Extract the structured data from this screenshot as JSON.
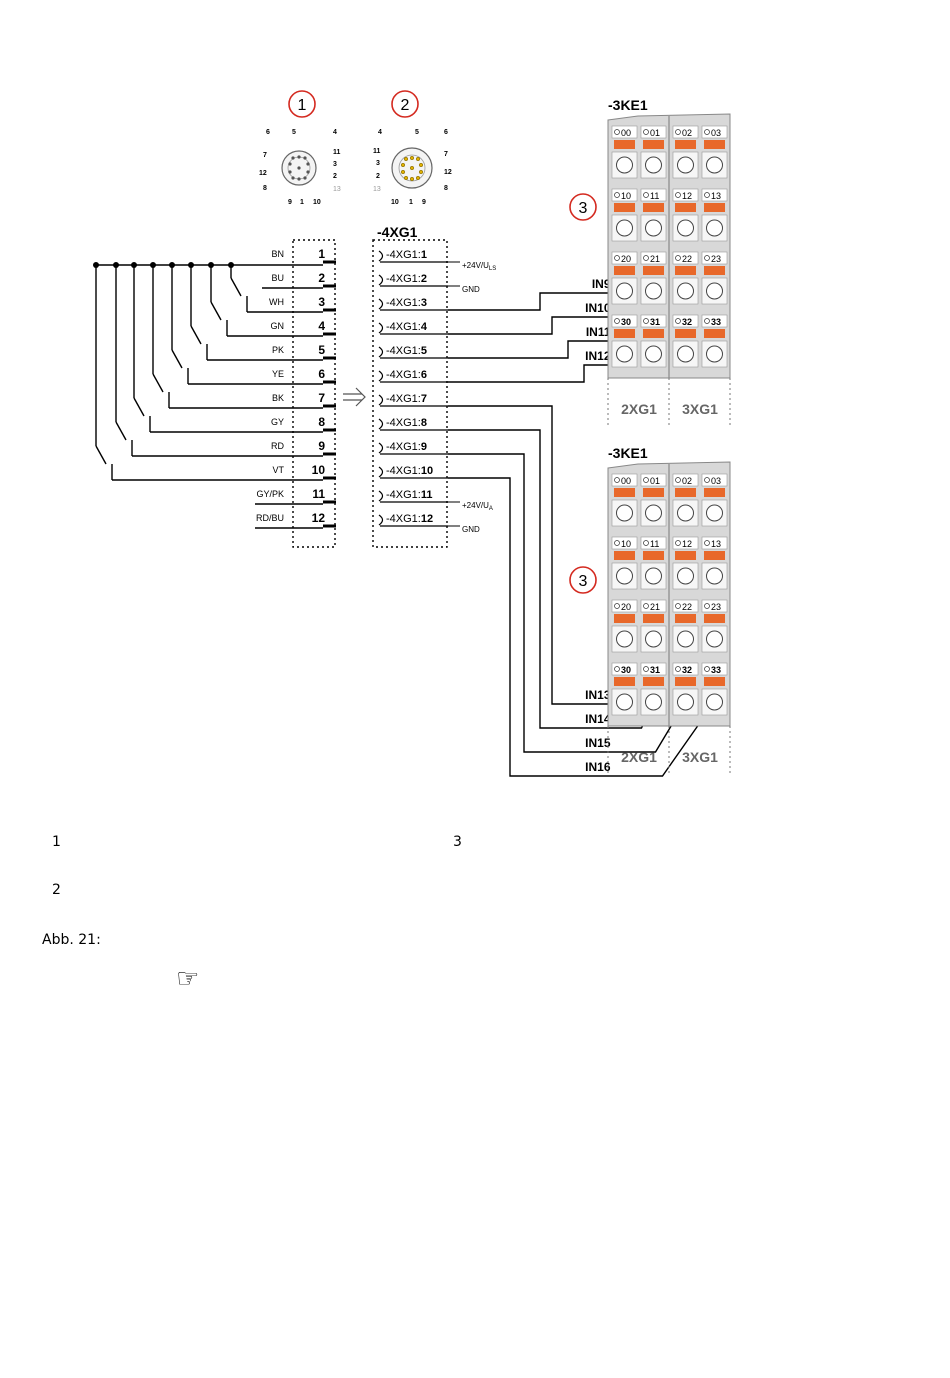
{
  "callouts": [
    "1",
    "2",
    "3",
    "3"
  ],
  "connector1": {
    "pins": [
      "6",
      "5",
      "4",
      "7",
      "11",
      "3",
      "12",
      "2",
      "8",
      "13",
      "9",
      "1",
      "10"
    ]
  },
  "connector2": {
    "pins": [
      "4",
      "5",
      "6",
      "11",
      "7",
      "3",
      "12",
      "2",
      "8",
      "13",
      "10",
      "1",
      "9"
    ]
  },
  "plug": {
    "title": "-4XG1",
    "wires": [
      {
        "color": "BN",
        "pin": "1",
        "socket_prefix": "-4XG1:",
        "socket_num": "1",
        "note": "+24V/U",
        "note_sub": "LS"
      },
      {
        "color": "BU",
        "pin": "2",
        "socket_prefix": "-4XG1:",
        "socket_num": "2",
        "note": "GND",
        "note_sub": ""
      },
      {
        "color": "WH",
        "pin": "3",
        "socket_prefix": "-4XG1:",
        "socket_num": "3",
        "note": "",
        "note_sub": ""
      },
      {
        "color": "GN",
        "pin": "4",
        "socket_prefix": "-4XG1:",
        "socket_num": "4",
        "note": "",
        "note_sub": ""
      },
      {
        "color": "PK",
        "pin": "5",
        "socket_prefix": "-4XG1:",
        "socket_num": "5",
        "note": "",
        "note_sub": ""
      },
      {
        "color": "YE",
        "pin": "6",
        "socket_prefix": "-4XG1:",
        "socket_num": "6",
        "note": "",
        "note_sub": ""
      },
      {
        "color": "BK",
        "pin": "7",
        "socket_prefix": "-4XG1:",
        "socket_num": "7",
        "note": "",
        "note_sub": ""
      },
      {
        "color": "GY",
        "pin": "8",
        "socket_prefix": "-4XG1:",
        "socket_num": "8",
        "note": "",
        "note_sub": ""
      },
      {
        "color": "RD",
        "pin": "9",
        "socket_prefix": "-4XG1:",
        "socket_num": "9",
        "note": "",
        "note_sub": ""
      },
      {
        "color": "VT",
        "pin": "10",
        "socket_prefix": "-4XG1:",
        "socket_num": "10",
        "note": "",
        "note_sub": ""
      },
      {
        "color": "GY/PK",
        "pin": "11",
        "socket_prefix": "-4XG1:",
        "socket_num": "11",
        "note": "+24V/U",
        "note_sub": "A"
      },
      {
        "color": "RD/BU",
        "pin": "12",
        "socket_prefix": "-4XG1:",
        "socket_num": "12",
        "note": "GND",
        "note_sub": ""
      }
    ]
  },
  "modules": [
    {
      "title": "-3KE1",
      "rows": [
        [
          "00",
          "01",
          "02",
          "03"
        ],
        [
          "10",
          "11",
          "12",
          "13"
        ],
        [
          "20",
          "21",
          "22",
          "23"
        ],
        [
          "30",
          "31",
          "32",
          "33"
        ]
      ],
      "inputs": [
        "IN9",
        "IN10",
        "IN11",
        "IN12"
      ],
      "footer": [
        "2XG1",
        "3XG1"
      ]
    },
    {
      "title": "-3KE1",
      "rows": [
        [
          "00",
          "01",
          "02",
          "03"
        ],
        [
          "10",
          "11",
          "12",
          "13"
        ],
        [
          "20",
          "21",
          "22",
          "23"
        ],
        [
          "30",
          "31",
          "32",
          "33"
        ]
      ],
      "inputs": [
        "IN13",
        "IN14",
        "IN15",
        "IN16"
      ],
      "footer": [
        "2XG1",
        "3XG1"
      ]
    }
  ],
  "legend": [
    {
      "num": "1",
      "text": ""
    },
    {
      "num": "2",
      "text": ""
    },
    {
      "num": "3",
      "text": ""
    }
  ],
  "caption": "Abb. 21:",
  "note_icon": "pointing-hand-icon",
  "colors": {
    "accent_red": "#d42a20",
    "terminal_orange": "#e8682a",
    "module_gray": "#d0d0d0"
  }
}
